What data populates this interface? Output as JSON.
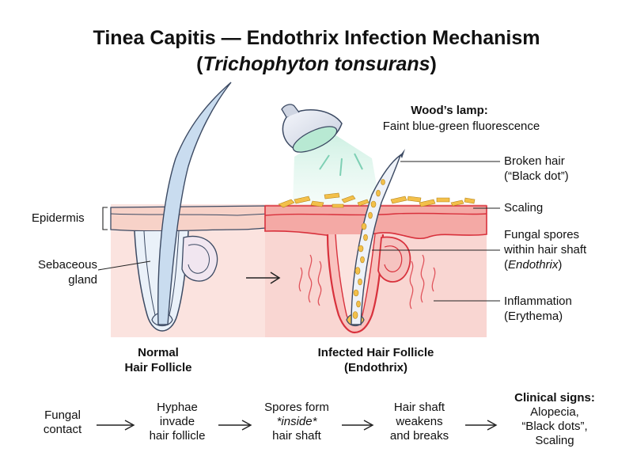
{
  "title": {
    "main": "Tinea Capitis — Endothrix Infection Mechanism",
    "species_open": "(",
    "species": "Trichophyton tonsurans",
    "species_close": ")"
  },
  "labels": {
    "woods_lamp_title": "Wood’s lamp:",
    "woods_lamp_desc": "Faint blue-green fluorescence",
    "broken_hair_1": "Broken hair",
    "broken_hair_2": "(“Black dot”)",
    "scaling": "Scaling",
    "spores_1": "Fungal spores",
    "spores_2": "within hair shaft",
    "spores_3_open": "(",
    "spores_3_term": "Endothrix",
    "spores_3_close": ")",
    "inflammation_1": "Inflammation",
    "inflammation_2": "(Erythema)",
    "epidermis": "Epidermis",
    "sebaceous_1": "Sebaceous",
    "sebaceous_2": "gland",
    "normal_1": "Normal",
    "normal_2": "Hair Follicle",
    "infected_1": "Infected Hair Follicle",
    "infected_2": "(Endothrix)"
  },
  "flow": {
    "step1": [
      "Fungal",
      "contact"
    ],
    "step2": [
      "Hyphae",
      "invade",
      "hair follicle"
    ],
    "step3": [
      "Spores form",
      "*inside*",
      "hair shaft"
    ],
    "step4": [
      "Hair shaft",
      "weakens",
      "and breaks"
    ],
    "step5_title": "Clinical signs:",
    "step5": [
      "Alopecia,",
      "“Black dots”,",
      "Scaling"
    ]
  },
  "colors": {
    "skin": "#fbe3df",
    "epidermis_band": "#f7c6bd",
    "inflamed": "#e9414b",
    "hair_normal": "#c9dcef",
    "outline": "#3c4a63",
    "spores": "#f3c04a",
    "lamp_light": "#cfeee0"
  }
}
